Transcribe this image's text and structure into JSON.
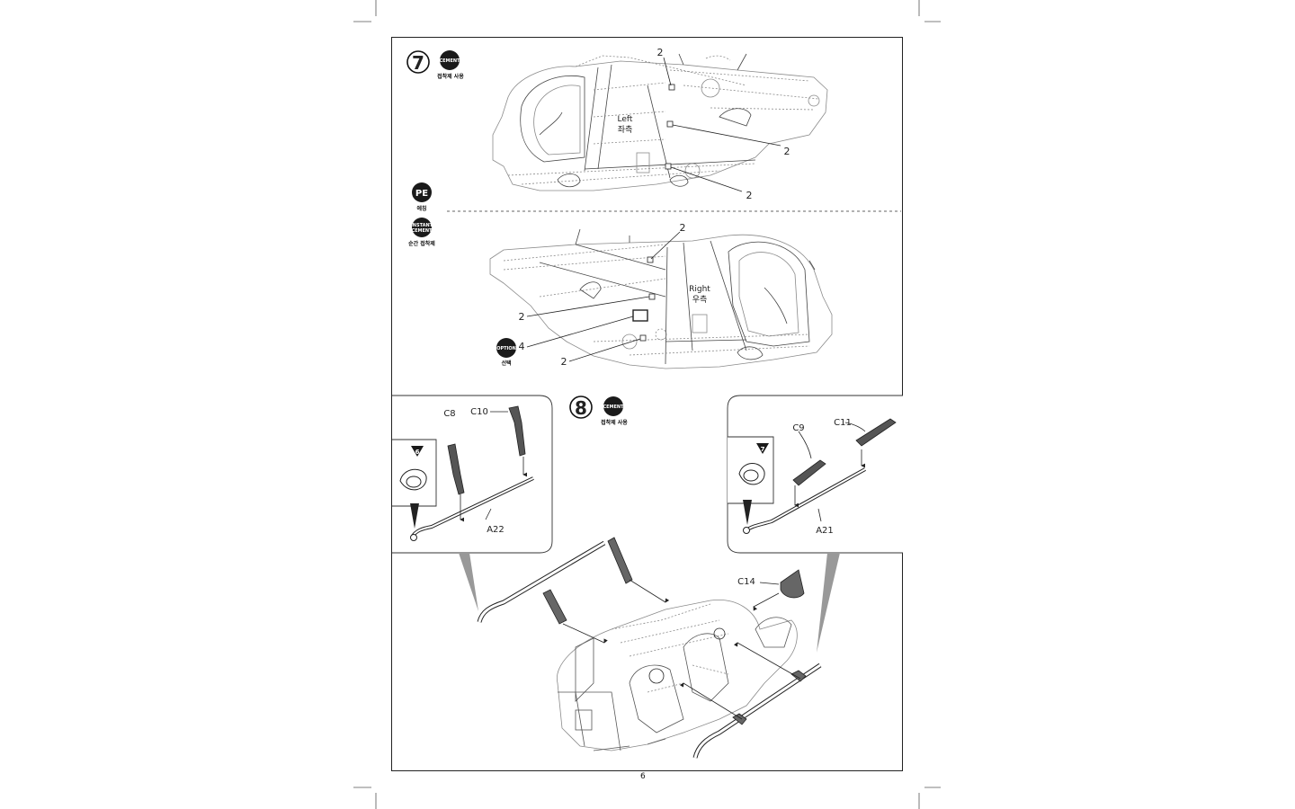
{
  "page": {
    "number": "6"
  },
  "step7": {
    "number": "7",
    "cement_badge": "CEMENT",
    "cement_caption": "접착제 사용",
    "left_view": {
      "label": "Left",
      "label_ko": "좌측",
      "callouts": [
        "2",
        "2",
        "2"
      ]
    },
    "right_view": {
      "label": "Right",
      "label_ko": "우측",
      "callouts": [
        "2",
        "2",
        "4",
        "2"
      ]
    },
    "pe_badge": "PE",
    "pe_caption": "에칭",
    "instant_badge_line1": "INSTANT",
    "instant_badge_line2": "CEMENT",
    "instant_caption": "순간 접착제",
    "option_badge": "OPTION",
    "option_caption": "선택"
  },
  "step8": {
    "number": "8",
    "cement_badge": "CEMENT",
    "cement_caption": "접착제 사용",
    "left_detail": {
      "ref_step": "6",
      "parts": [
        "C8",
        "C10",
        "A22"
      ]
    },
    "right_detail": {
      "ref_step": "7",
      "parts": [
        "C9",
        "C11",
        "A21"
      ]
    },
    "main_parts": [
      "C14"
    ]
  },
  "colors": {
    "line": "#222222",
    "badge": "#1a1a1a",
    "light": "#9a9a9a",
    "grey_fill": "#555555"
  }
}
